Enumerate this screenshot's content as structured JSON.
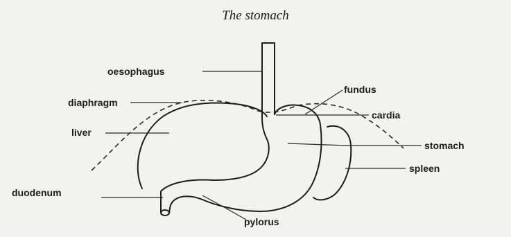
{
  "title": "The stomach",
  "labels": {
    "oesophagus": "oesophagus",
    "fundus": "fundus",
    "diaphragm": "diaphragm",
    "cardia": "cardia",
    "liver": "liver",
    "stomach": "stomach",
    "spleen": "spleen",
    "duodenum": "duodenum",
    "pylorus": "pylorus"
  }
}
